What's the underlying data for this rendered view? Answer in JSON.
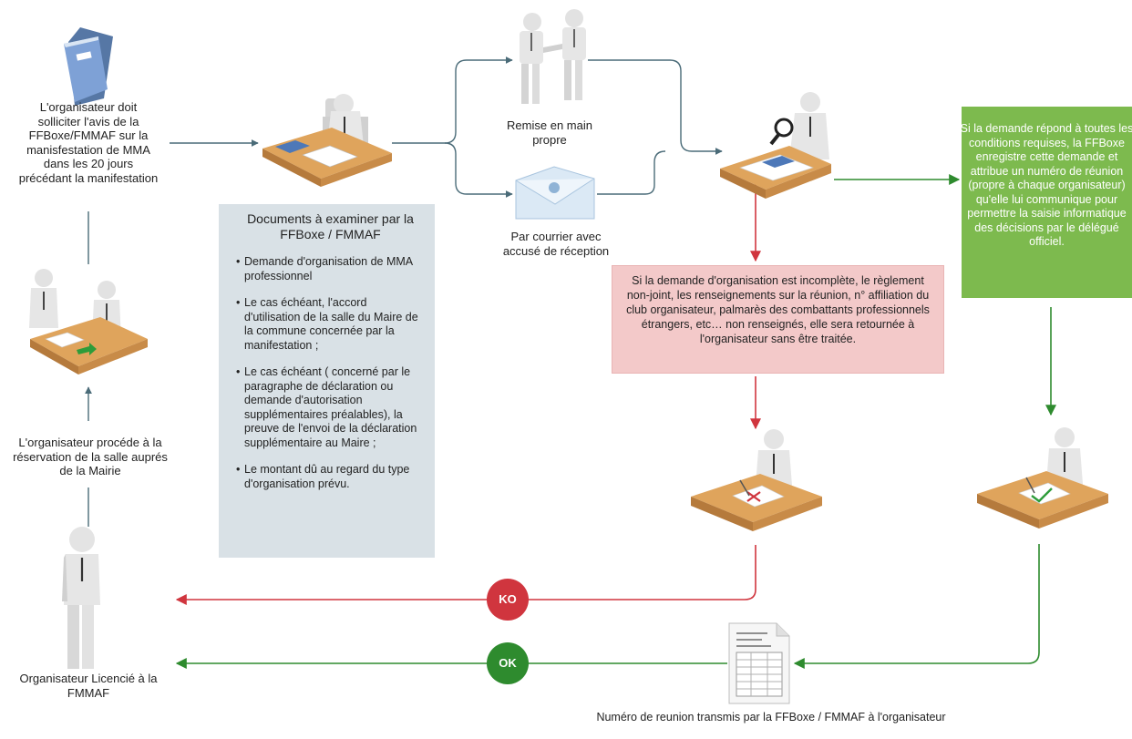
{
  "steps": {
    "request_text": "L'organisateur doit solliciter l'avis de la FFBoxe/FMMAF sur la manisfestation de MMA dans les 20 jours précédant la manifestation",
    "reservation_text": "L'organisateur procéde à la réservation de la salle auprés de la Mairie",
    "organizer_label": "Organisateur Licencié à la FMMAF",
    "hand_delivery_label": "Remise en main propre",
    "mail_label": "Par courrier avec accusé de réception",
    "transmitted_label": "Numéro de reunion transmis par la FFBoxe / FMMAF à l'organisateur"
  },
  "documents": {
    "title": "Documents à examiner par la FFBoxe / FMMAF",
    "items": [
      "Demande d'organisation de MMA professionnel",
      "Le cas échéant, l'accord d'utilisation de la salle du Maire de la commune concernée par la manifestation ;",
      "Le cas échéant ( concerné par le paragraphe de déclaration ou demande d'autorisation supplémentaires préalables), la preuve de l'envoi de la déclaration supplémentaire au Maire ;",
      "Le montant dû au regard du type d'organisation prévu."
    ]
  },
  "rejection_text": "Si la demande d'organisation est incomplète, le règlement non-joint, les renseignements sur la réunion, n° affiliation du club organisateur, palmarès des combattants professionnels étrangers, etc… non renseignés, elle sera retournée à l'organisateur sans être traitée.",
  "approval_text": "Si la demande répond à toutes les conditions requises, la FFBoxe enregistre cette demande et attribue un numéro de réunion (propre à chaque organisateur) qu'elle lui communique pour permettre la saisie informatique des décisions par le délégué officiel.",
  "badges": {
    "ko": "KO",
    "ok": "OK"
  },
  "colors": {
    "flow": "#4a6b78",
    "reject": "#d0353e",
    "approve": "#2e8b2e",
    "docs_box": "#d9e1e6",
    "reject_box": "#f3c9c9",
    "approve_box": "#7dba4e"
  }
}
